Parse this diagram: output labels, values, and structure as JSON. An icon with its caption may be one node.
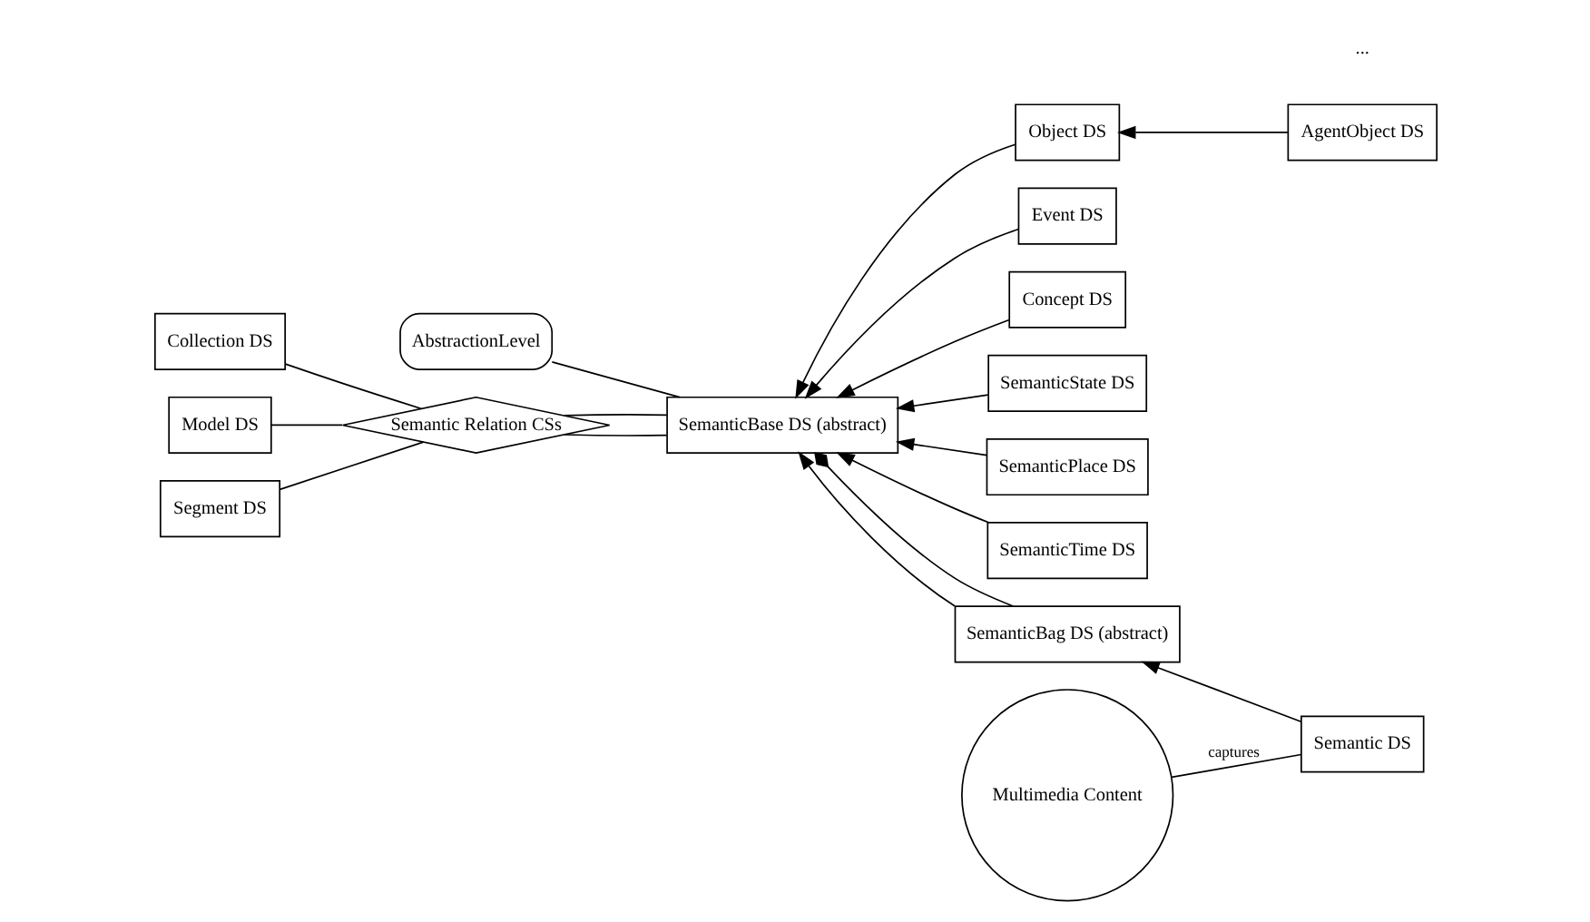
{
  "diagram": {
    "nodes": [
      {
        "text": [
          "AbstractionLevel"
        ]
      },
      {
        "text": [
          "Object DS"
        ]
      },
      {
        "text": [
          "AgentObject DS"
        ]
      },
      {
        "text": [
          "Event DS"
        ]
      },
      {
        "text": [
          "Concept DS"
        ]
      },
      {
        "text": [
          "SemanticState DS"
        ]
      },
      {
        "text": [
          "SemanticPlace DS"
        ]
      },
      {
        "text": [
          "SemanticTime DS"
        ]
      },
      {
        "text": [
          "Collection DS"
        ]
      },
      {
        "text": [
          "Model DS"
        ]
      },
      {
        "text": [
          "Segment DS"
        ]
      },
      {
        "text": [
          "Semantic Relation CSs"
        ]
      },
      {
        "text": [
          "SemanticBase DS (abstract)"
        ]
      },
      {
        "text": [
          "SemanticBag DS (abstract)"
        ]
      },
      {
        "text": [
          "Multimedia Content"
        ]
      },
      {
        "text": [
          "Semantic DS"
        ]
      }
    ],
    "edges": [
      {
        "from": 2,
        "to": 1,
        "arrow": "to"
      },
      {
        "from": 1,
        "to": 12,
        "arrow": "to"
      },
      {
        "from": 3,
        "to": 12,
        "arrow": "to"
      },
      {
        "from": 4,
        "to": 12,
        "arrow": "to"
      },
      {
        "from": 5,
        "to": 12,
        "arrow": "to"
      },
      {
        "from": 6,
        "to": 12,
        "arrow": "to"
      },
      {
        "from": 7,
        "to": 12,
        "arrow": "to"
      },
      {
        "from": 13,
        "to": 12,
        "arrow": "to"
      },
      {
        "from": 12,
        "to": 0,
        "arrow": "none"
      },
      {
        "from": 12,
        "to": 11,
        "arrow": "none"
      },
      {
        "from": 12,
        "to": 11,
        "arrow": "none"
      },
      {
        "from": 11,
        "to": 8,
        "arrow": "none"
      },
      {
        "from": 11,
        "to": 9,
        "arrow": "none"
      },
      {
        "from": 11,
        "to": 10,
        "arrow": "none"
      },
      {
        "from": 13,
        "to": 12,
        "arrow": "other"
      },
      {
        "from": 15,
        "to": 13,
        "arrow": "to"
      },
      {
        "from": 15,
        "to": 14,
        "arrow": "none",
        "label": "captures"
      }
    ],
    "labels": [
      "..."
    ]
  }
}
